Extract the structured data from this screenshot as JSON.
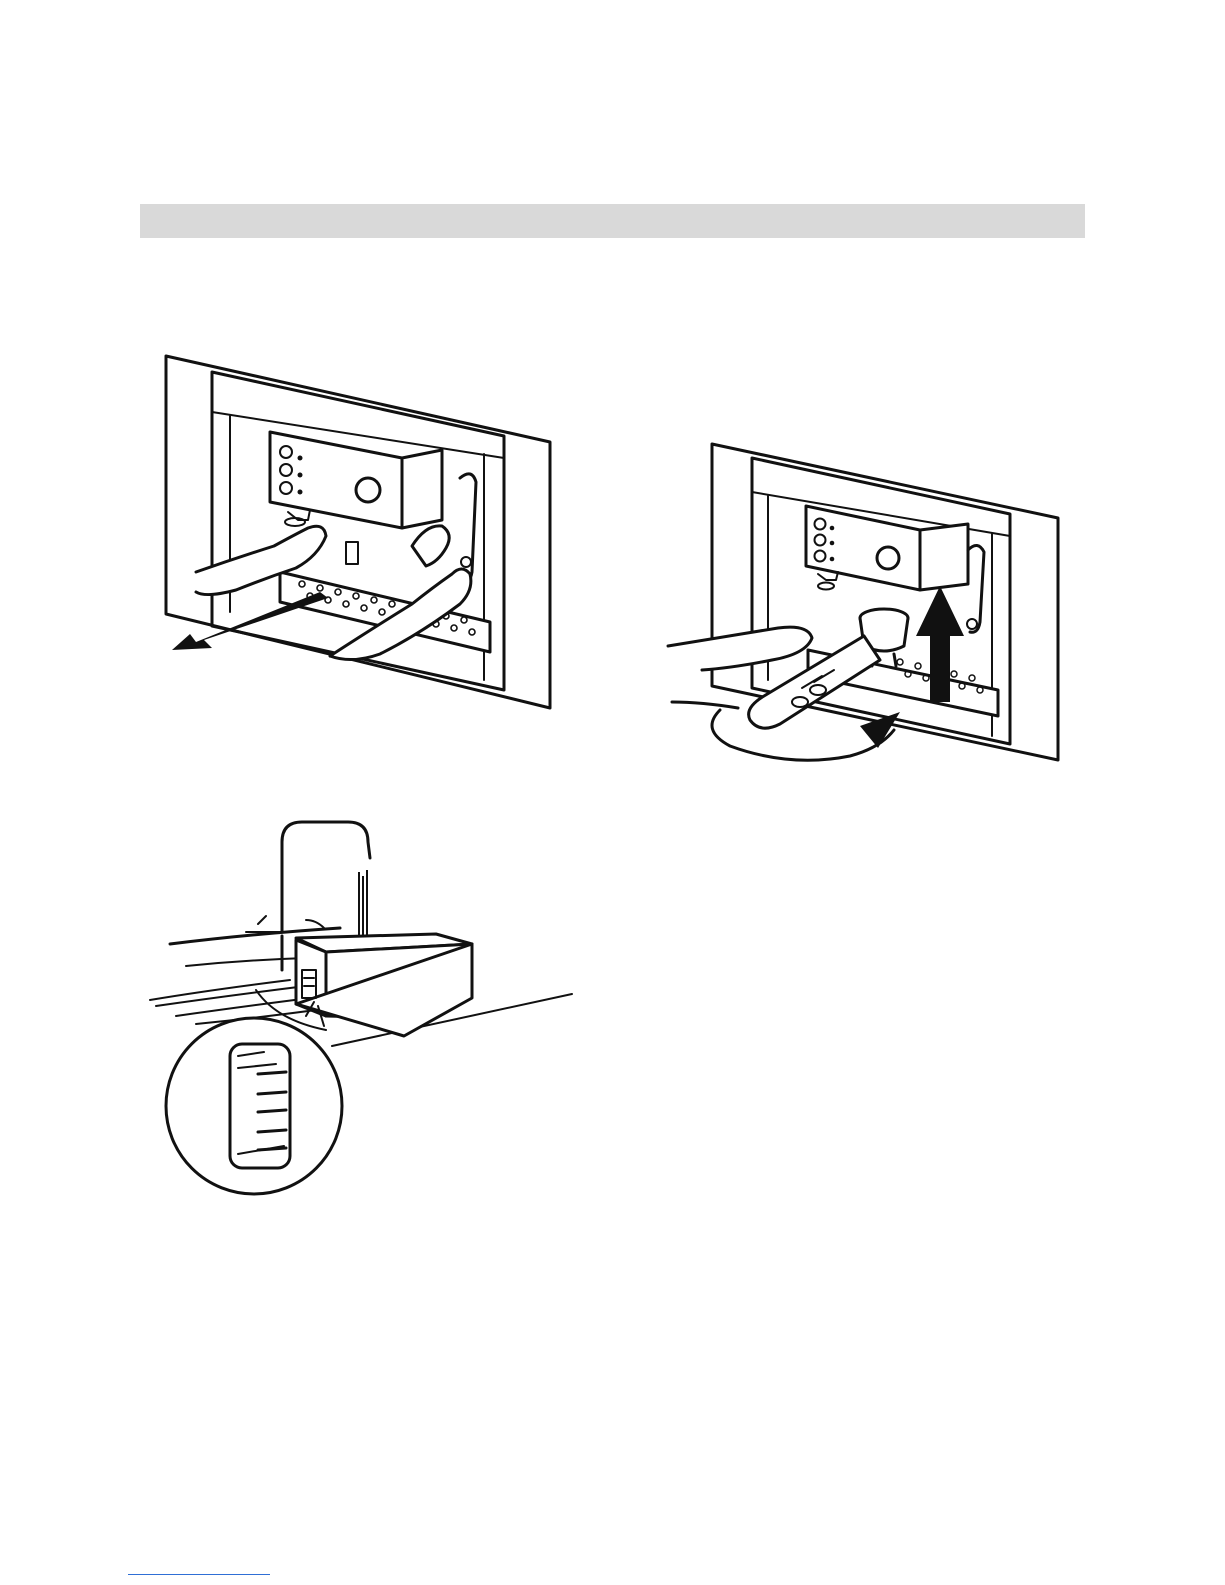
{
  "page": {
    "header_bar_color": "#d9d9d9",
    "footer_rule_color": "#2f6fd6"
  },
  "illustrations": [
    {
      "id": "remove-drip-tray",
      "icon": "pull-arrow-icon"
    },
    {
      "id": "insert-filter-holder",
      "icons": [
        "rotate-arrow-icon",
        "up-arrow-icon"
      ]
    },
    {
      "id": "fill-water-tank",
      "icon": "water-level-magnifier-icon"
    }
  ]
}
